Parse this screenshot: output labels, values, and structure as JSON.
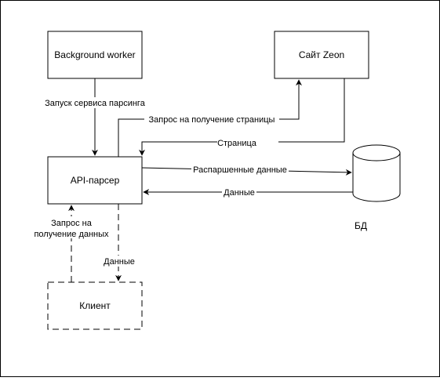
{
  "nodes": {
    "background_worker": {
      "label": "Background worker"
    },
    "site_zeon": {
      "label": "Сайт Zeon"
    },
    "api_parser": {
      "label": "API-парсер"
    },
    "db": {
      "label": "БД"
    },
    "client": {
      "label": "Клиент"
    }
  },
  "edges": {
    "start_parsing": {
      "label": "Запуск сервиса парсинга"
    },
    "page_request": {
      "label": "Запрос на получение страницы"
    },
    "page": {
      "label": "Страница"
    },
    "parsed_data": {
      "label": "Распаршенные данные"
    },
    "data_from_db": {
      "label": "Данные"
    },
    "client_request": {
      "lines": [
        "Запрос на",
        "получение данных"
      ]
    },
    "client_response": {
      "label": "Данные"
    }
  },
  "colors": {
    "stroke": "#000000",
    "background": "#ffffff"
  }
}
